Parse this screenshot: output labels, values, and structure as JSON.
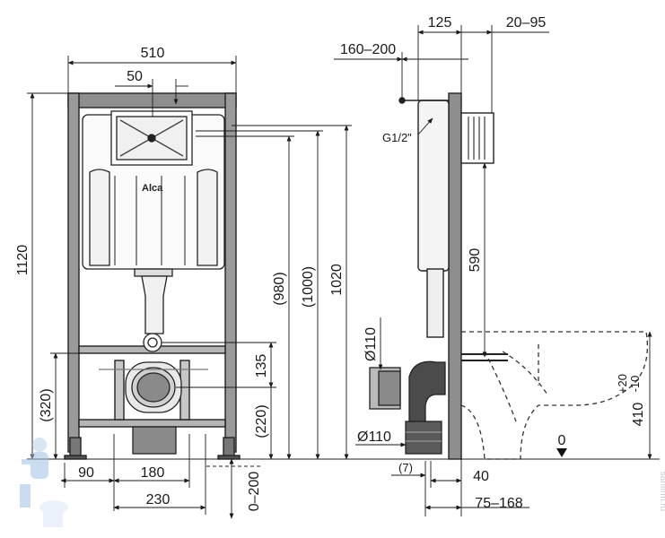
{
  "brand": "Alca",
  "watermark": "sanfirm.ru",
  "front_view": {
    "width_overall": "510",
    "offset_top": "50",
    "height_overall": "1120",
    "height_980": "(980)",
    "height_1000": "(1000)",
    "height_1020": "1020",
    "height_135": "135",
    "height_220": "(220)",
    "height_320": "(320)",
    "width_90": "90",
    "width_180": "180",
    "width_230": "230",
    "floor_range": "0–200"
  },
  "side_view": {
    "depth_125": "125",
    "depth_20_95": "20–95",
    "depth_160_200": "160–200",
    "thread": "G1/2\"",
    "height_590": "590",
    "pipe_upper": "Ø110",
    "pipe_lower": "Ø110",
    "gap_7": "(7)",
    "depth_40": "40",
    "depth_75_168": "75–168",
    "zero_mark": "0",
    "height_410": "410",
    "tol_plus": "+20",
    "tol_minus": "-10"
  }
}
